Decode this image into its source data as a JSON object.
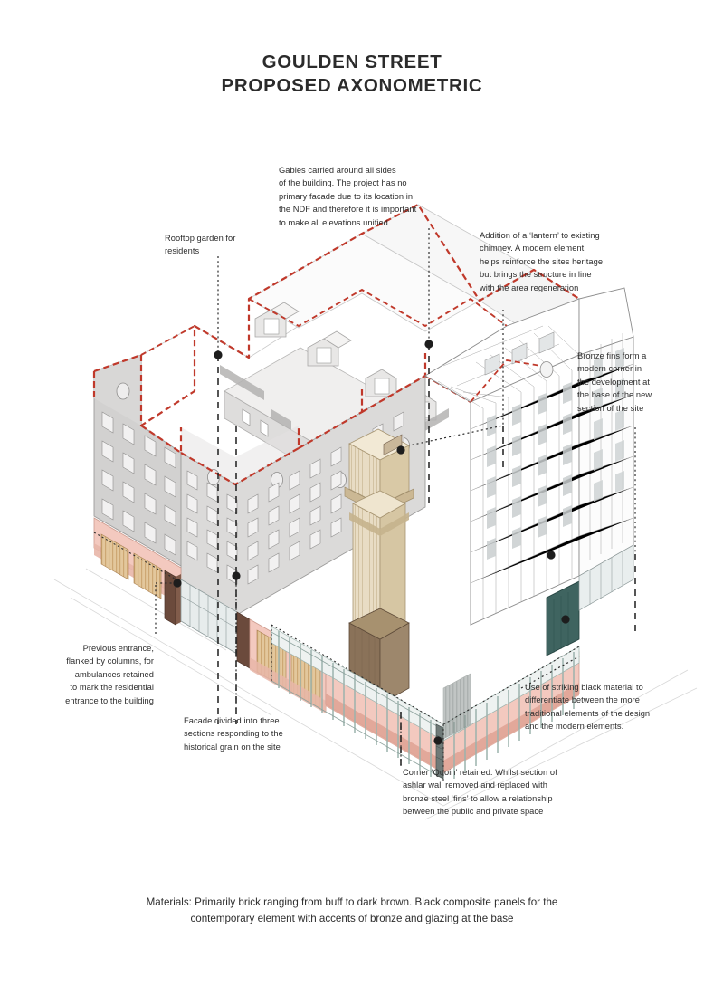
{
  "sheet": {
    "title_line1": "GOULDEN STREET",
    "title_line2": "PROPOSED AXONOMETRIC",
    "materials_note_line1": "Materials: Primarily brick ranging from buff to dark brown. Black composite panels for the",
    "materials_note_line2": "contemporary element with accents of bronze and glazing at the base"
  },
  "annotations": [
    {
      "id": "gables",
      "lines": [
        "Gables carried around all sides",
        "of the building. The project has no",
        "primary facade due to its location in",
        "the NDF and therefore it is important",
        "to make all elevations unified"
      ]
    },
    {
      "id": "rooftop-garden",
      "lines": [
        "Rooftop garden for",
        "residents"
      ]
    },
    {
      "id": "chimney-lantern",
      "lines": [
        "Addition of a ‘lantern’ to existing",
        "chimney. A modern element",
        "helps reinforce the sites heritage",
        "but brings the structure in line",
        "with the area regeneration"
      ]
    },
    {
      "id": "bronze-fins",
      "lines": [
        "Bronze fins form a",
        "modern corner in",
        "the development at",
        "the base of the new",
        "section of the site"
      ]
    },
    {
      "id": "previous-entrance",
      "lines": [
        "Previous entrance,",
        "flanked by columns, for",
        "ambulances retained",
        "to mark the residential",
        "entrance to the building"
      ]
    },
    {
      "id": "facade-sections",
      "lines": [
        "Facade divided into three",
        "sections responding to the",
        "historical grain on the site"
      ]
    },
    {
      "id": "black-material",
      "lines": [
        "Use of striking black material to",
        "differentiate between the more",
        "traditional elements of the design",
        "and the modern elements."
      ]
    },
    {
      "id": "corner-quoin",
      "lines": [
        "Corner ‘Quoin’ retained. Whilst section of",
        "ashlar wall removed and replaced with",
        "bronze steel ‘fins’ to allow a relationship",
        "between the public and private space"
      ]
    }
  ],
  "palette": {
    "ink": "#231f20",
    "paper": "#ffffff",
    "heritage_wall_light": "#e2e1e1",
    "heritage_wall_mid": "#cfcecd",
    "heritage_wall_dark": "#bcbbba",
    "roof_outline_red": "#c0392b",
    "plinth_pink": "#f3c9bf",
    "plinth_pink_dark": "#e2a99d",
    "bronze_tan": "#e3c79c",
    "bronze_deep": "#c39a63",
    "column_brown": "#6b4a3c",
    "chimney_beige": "#e8dcc4",
    "chimney_base_brown": "#8a7259",
    "black_panel": "#3f6460",
    "fin_green": "#b9c9c4",
    "glazing_grey": "#9aa3a3",
    "wire_line": "#7b7b7b"
  }
}
